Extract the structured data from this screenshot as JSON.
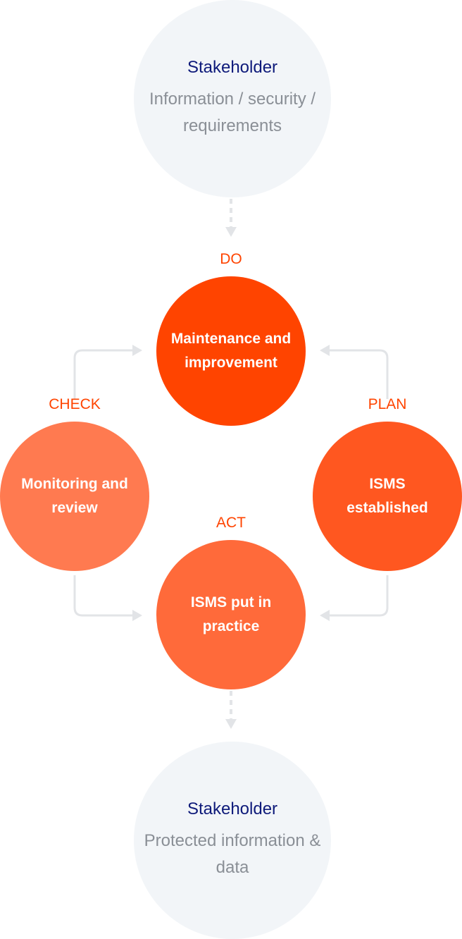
{
  "top_stakeholder": {
    "title": "Stakeholder",
    "description": "Information / security / requirements"
  },
  "bottom_stakeholder": {
    "title": "Stakeholder",
    "description": "Protected information & data"
  },
  "phases": {
    "do": {
      "label": "DO",
      "text": "Maintenance and improvement",
      "color": "#ff4400"
    },
    "check": {
      "label": "CHECK",
      "text": "Monitoring and review",
      "color": "#ff7a50"
    },
    "plan": {
      "label": "PLAN",
      "text": "ISMS established",
      "color": "#ff5720"
    },
    "act": {
      "label": "ACT",
      "text": "ISMS put in practice",
      "color": "#ff6a3a"
    }
  },
  "colors": {
    "label": "#ff4400",
    "stakeholder_bg": "#f2f5f8",
    "stakeholder_title": "#0e1a7a",
    "stakeholder_text": "#8a8f96",
    "connector": "#e2e4e7"
  }
}
